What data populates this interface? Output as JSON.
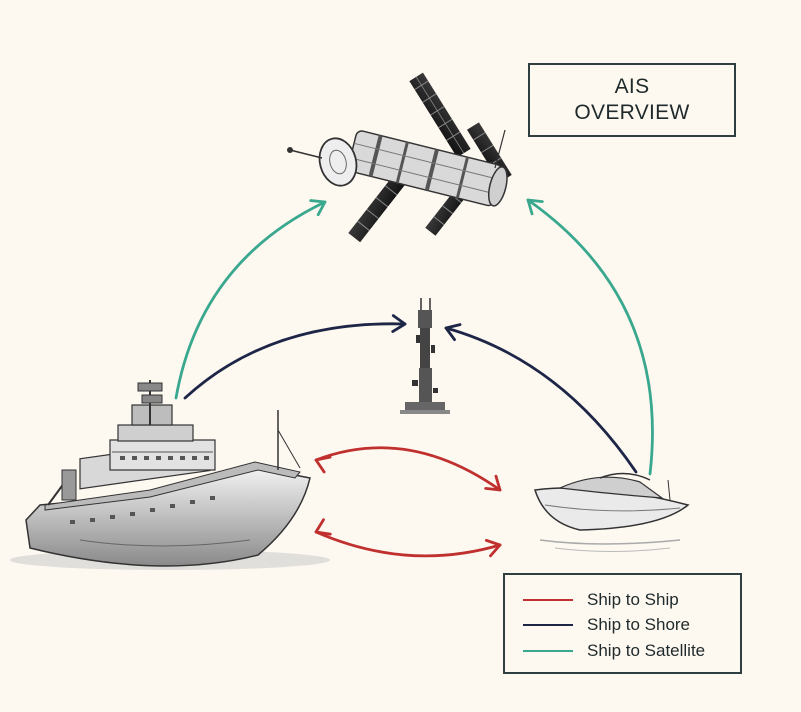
{
  "title": {
    "line1": "AIS",
    "line2": "OVERVIEW"
  },
  "legend": [
    {
      "label": "Ship to Ship",
      "color": "#c0302f"
    },
    {
      "label": "Ship to Shore",
      "color": "#1e2648"
    },
    {
      "label": "Ship to Satellite",
      "color": "#3aa88e"
    }
  ],
  "nodes": [
    "satellite",
    "shore-tower",
    "research-ship",
    "speedboat"
  ],
  "edges": [
    {
      "from": "research-ship",
      "to": "speedboat",
      "type": "Ship to Ship"
    },
    {
      "from": "research-ship",
      "to": "shore-tower",
      "type": "Ship to Shore"
    },
    {
      "from": "speedboat",
      "to": "shore-tower",
      "type": "Ship to Shore"
    },
    {
      "from": "research-ship",
      "to": "satellite",
      "type": "Ship to Satellite"
    },
    {
      "from": "speedboat",
      "to": "satellite",
      "type": "Ship to Satellite"
    }
  ]
}
